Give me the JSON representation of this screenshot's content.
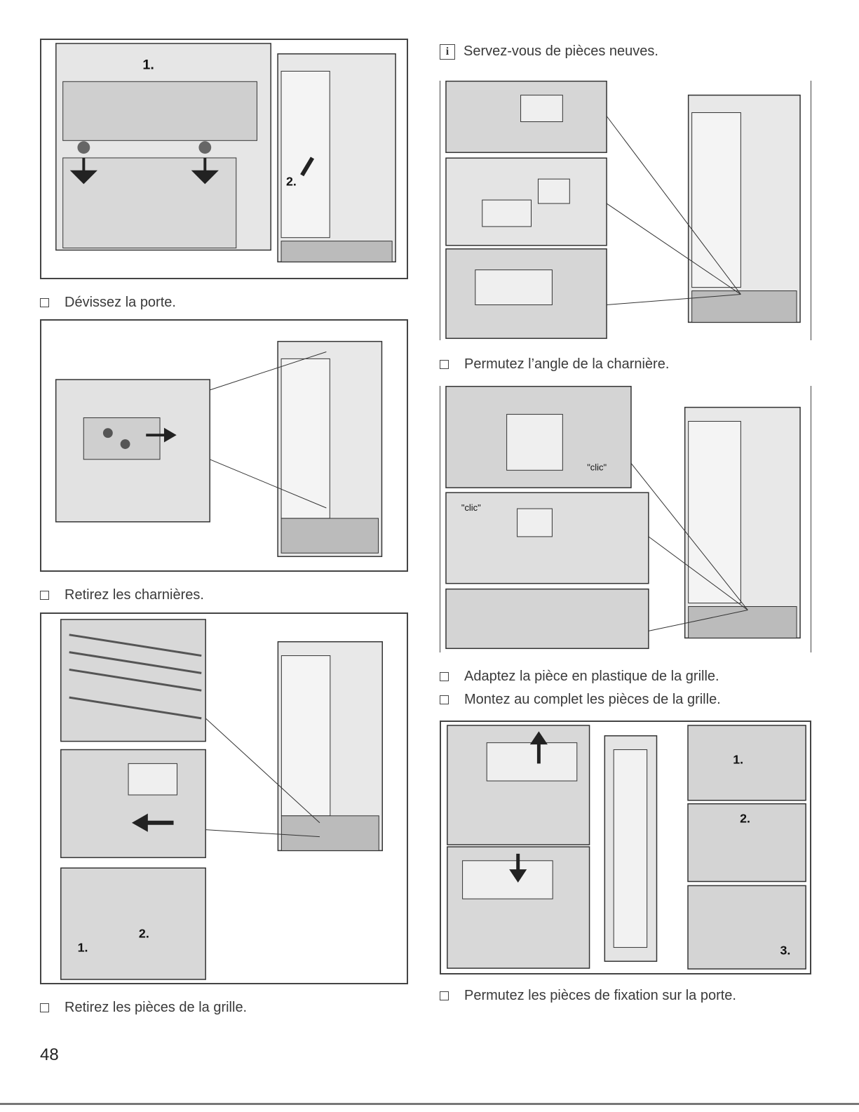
{
  "info_note": {
    "icon": "i",
    "text": "Servez-vous de pièces neuves."
  },
  "captions": {
    "step1": "Dévissez la porte.",
    "step2": "Retirez les charnières.",
    "step3": "Retirez les pièces de la grille.",
    "step4": "Permutez l’angle de la charnière.",
    "step5": "Adaptez la pièce en plastique de la grille.",
    "step6": "Montez au complet les pièces de la grille.",
    "step7": "Permutez les pièces de fixation sur la porte."
  },
  "figure_labels": {
    "fig1": [
      "1.",
      "2."
    ],
    "fig3": [
      "1.",
      "2."
    ],
    "fig5": [
      "\"clic\"",
      "\"clic\""
    ],
    "fig6": [
      "1.",
      "2.",
      "3."
    ]
  },
  "page_number": "48"
}
